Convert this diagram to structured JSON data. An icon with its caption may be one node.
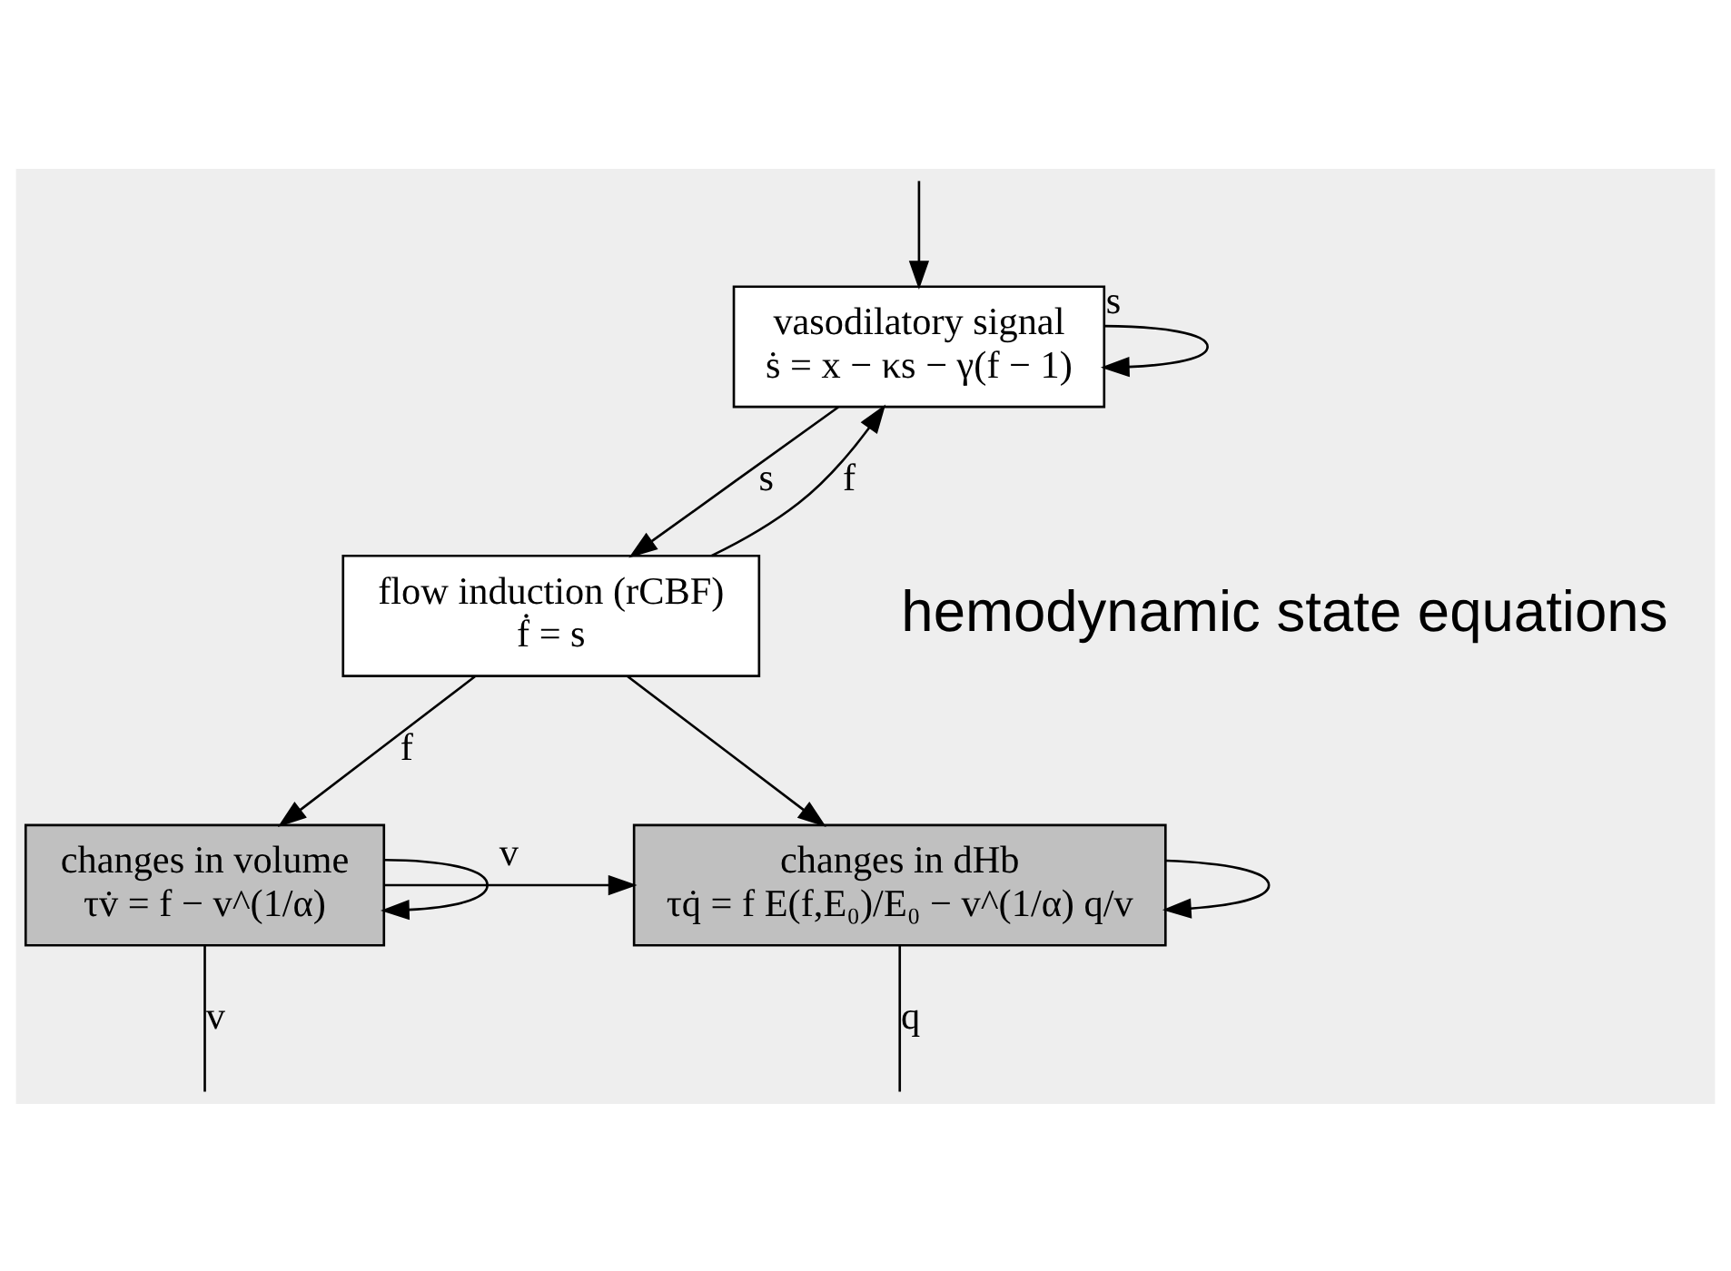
{
  "diagram": {
    "nodes": [
      {
        "text": [
          "vasodilatory signal",
          "ṡ = x − κs − γ(f − 1)"
        ]
      },
      {
        "text": [
          "flow induction (rCBF)",
          "ḟ = s"
        ]
      },
      {
        "text": [
          "changes in volume",
          "τv̇ = f − v^(1/α)"
        ]
      },
      {
        "text": [
          "changes in dHb",
          "τq̇ = f E(f,E₀)/E₀ − v^(1/α) q/v"
        ]
      }
    ],
    "edges": [
      {
        "from": null,
        "to": 0,
        "arrow": "to"
      },
      {
        "from": 0,
        "to": 1,
        "label": "s",
        "arrow": "to"
      },
      {
        "from": 0,
        "to": 0,
        "label": "s",
        "arrow": "to"
      },
      {
        "from": 1,
        "to": 0,
        "label": "f",
        "arrow": "to"
      },
      {
        "from": 1,
        "to": 2,
        "label": "f",
        "arrow": "to"
      },
      {
        "from": 1,
        "to": 3,
        "arrow": "to"
      },
      {
        "from": 2,
        "to": 3,
        "label": "v",
        "arrow": "to"
      },
      {
        "from": 2,
        "to": 2,
        "arrow": "to"
      },
      {
        "from": 3,
        "to": 3,
        "arrow": "to"
      },
      {
        "from": 2,
        "to": null,
        "label": "v",
        "arrow": "none"
      },
      {
        "from": 3,
        "to": null,
        "label": "q",
        "arrow": "none"
      }
    ],
    "labels": [
      "hemodynamic state equations"
    ]
  }
}
